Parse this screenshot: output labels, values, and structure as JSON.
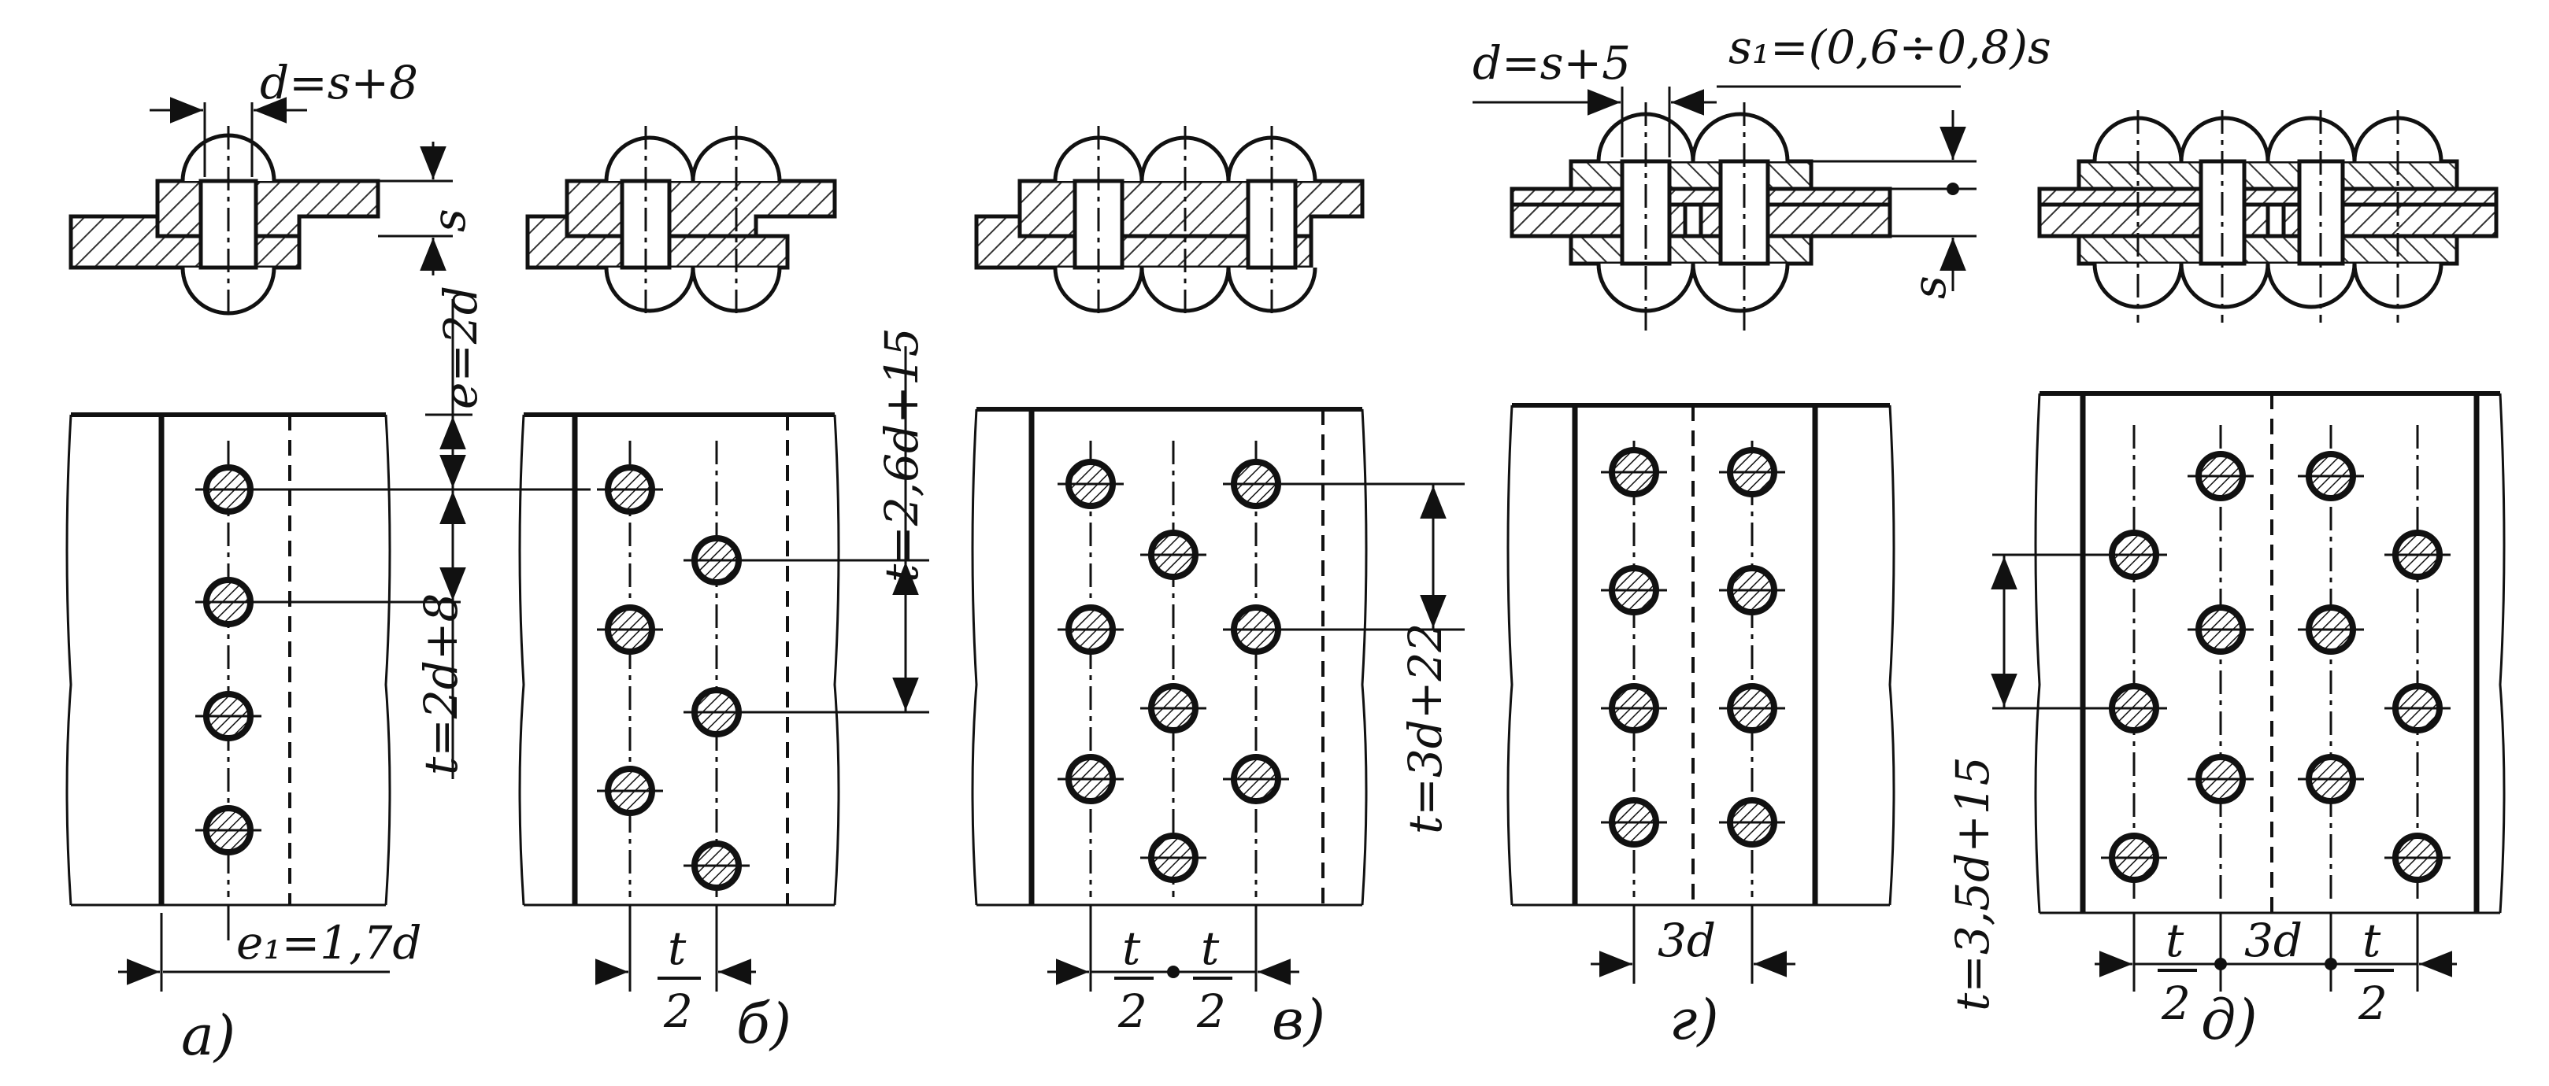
{
  "colors": {
    "ink": "#111111",
    "paper": "#ffffff",
    "hatch": "#555555"
  },
  "figures": [
    {
      "id": "a",
      "caption": "а)",
      "top_labels": [
        "d=s+8",
        "s"
      ],
      "side_labels": [
        "e=2d",
        "t=2d+8"
      ],
      "bottom_label": "e₁=1,7d"
    },
    {
      "id": "b",
      "caption": "б)",
      "side_labels": [
        "t=2,6d+15"
      ],
      "bottom_label": {
        "num": "t",
        "den": "2"
      }
    },
    {
      "id": "v",
      "caption": "в)",
      "side_labels": [
        "t=3d+22"
      ],
      "bottom_label": {
        "num": "t",
        "den": "2"
      }
    },
    {
      "id": "g",
      "caption": "г)",
      "top_labels": [
        "d=s+5",
        "s₁=(0,6÷0,8)s",
        "s"
      ],
      "bottom_label": "3d"
    },
    {
      "id": "d",
      "caption": "д)",
      "side_labels": [
        "t=3,5d+15"
      ],
      "bottom_label": "3d",
      "bottom_fraction": {
        "num": "t",
        "den": "2"
      }
    }
  ]
}
